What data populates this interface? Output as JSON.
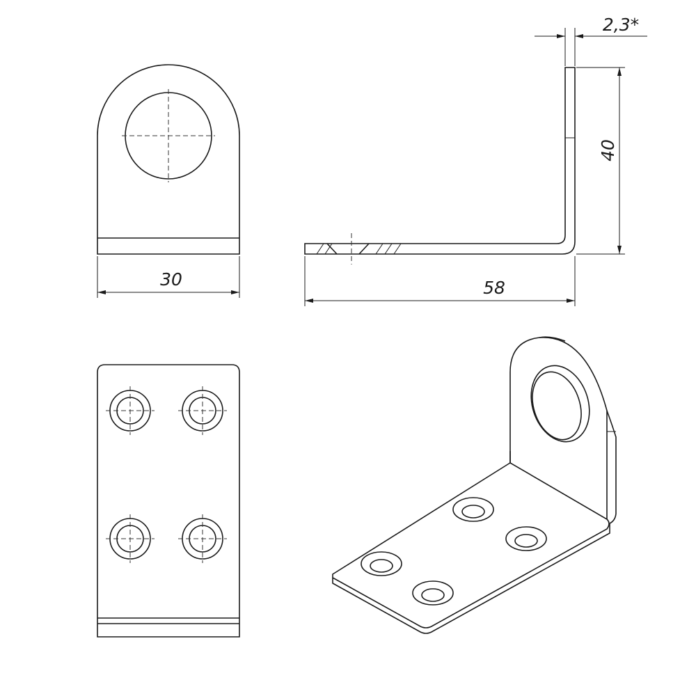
{
  "dimensions": {
    "width": "30",
    "length": "58",
    "height": "40",
    "thickness": "2,3*"
  }
}
